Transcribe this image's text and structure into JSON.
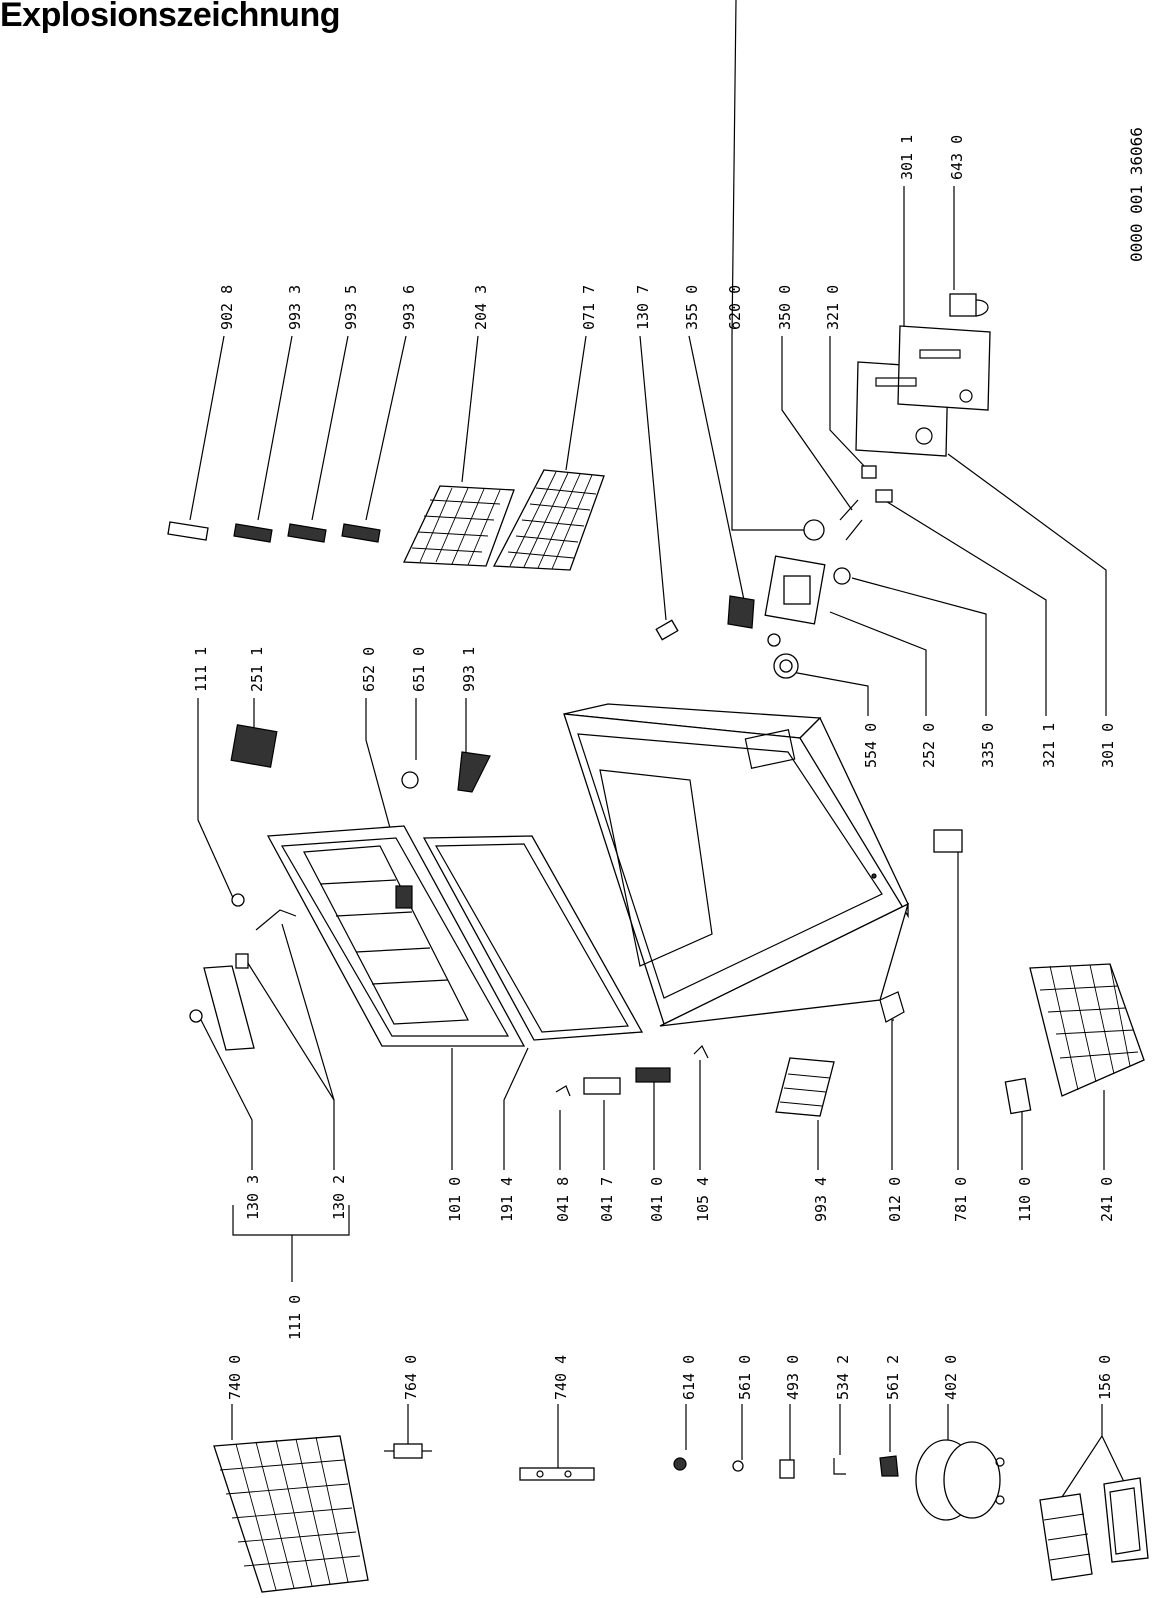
{
  "title": "Explosionszeichnung",
  "drawing_number": "0000 001 36066",
  "parts": {
    "p9028": "902 8",
    "p9933": "993 3",
    "p9935": "993 5",
    "p9936": "993 6",
    "p2043": "204 3",
    "p0717": "071 7",
    "p1307": "130 7",
    "p3550": "355 0",
    "p6200": "620 0",
    "p3500": "350 0",
    "p3210": "321 0",
    "p3011": "301 1",
    "p6430": "643 0",
    "p1111": "111 1",
    "p2511": "251 1",
    "p6520": "652 0",
    "p6510": "651 0",
    "p9931": "993 1",
    "p5540": "554 0",
    "p2520": "252 0",
    "p3350": "335 0",
    "p3211": "321 1",
    "p3010": "301 0",
    "p1303": "130 3",
    "p1302": "130 2",
    "p1110": "111 0",
    "p1010": "101 0",
    "p1914": "191 4",
    "p0418": "041 8",
    "p0417": "041 7",
    "p0410": "041 0",
    "p1054": "105 4",
    "p9934": "993 4",
    "p0120": "012 0",
    "p7810": "781 0",
    "p1100": "110 0",
    "p2410": "241 0",
    "p7400": "740 0",
    "p7640": "764 0",
    "p7404": "740 4",
    "p6140": "614 0",
    "p5610": "561 0",
    "p4930": "493 0",
    "p5342": "534 2",
    "p5612": "561 2",
    "p4020": "402 0",
    "p1560": "156 0"
  }
}
